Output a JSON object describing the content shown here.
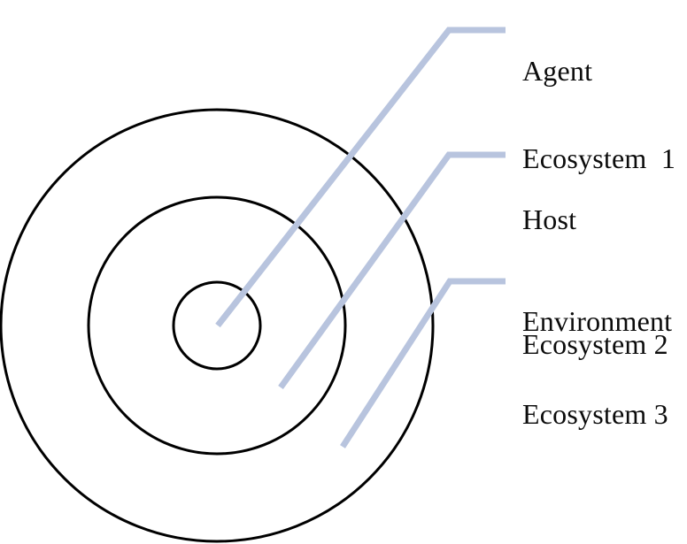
{
  "colors": {
    "background": "#ffffff",
    "circle_stroke": "#000000",
    "leader_line": "#b8c4de",
    "text": "#0c0c0c"
  },
  "labels": {
    "agent": {
      "line1": "Agent",
      "line2": "Ecosystem  1"
    },
    "host": {
      "line1": "Host",
      "line2": "Ecosystem 2"
    },
    "environment": {
      "line1": "Environment",
      "line2": "Ecosystem 3"
    }
  },
  "rings": [
    {
      "zone": "inner",
      "label": "Agent Ecosystem 1"
    },
    {
      "zone": "middle",
      "label": "Host Ecosystem 2"
    },
    {
      "zone": "outer",
      "label": "Environment Ecosystem 3"
    }
  ]
}
